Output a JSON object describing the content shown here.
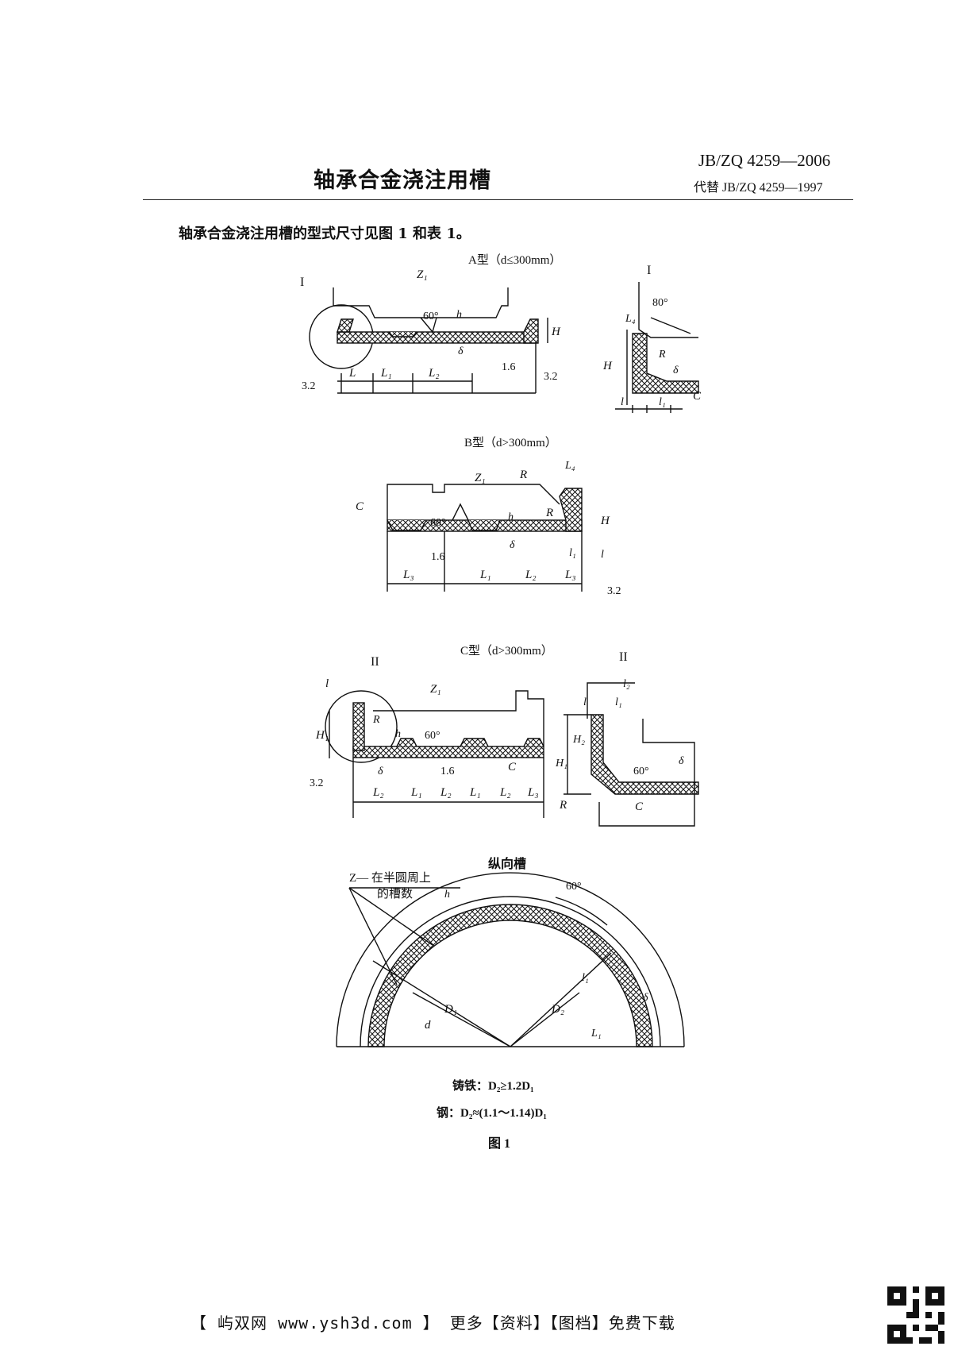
{
  "header": {
    "title": "轴承合金浇注用槽",
    "standard_number": "JB/ZQ 4259—2006",
    "replaces": "代替 JB/ZQ 4259—1997"
  },
  "intro_text": "轴承合金浇注用槽的型式尺寸见图 1 和表 1。",
  "figure": {
    "type_a_label": "A型（d≤300mm）",
    "type_b_label": "B型（d>300mm）",
    "type_c_label": "C型（d>300mm）",
    "longitudinal_label": "纵向槽",
    "z_note_line1": "Z— 在半圆周上",
    "z_note_line2": "的槽数",
    "detail_I": "I",
    "detail_II": "II",
    "dims": {
      "L": "L",
      "L1": "L₁",
      "L2": "L₂",
      "L3": "L₃",
      "L4": "L₄",
      "Z1": "Z₁",
      "H": "H",
      "H1": "H₁",
      "H2": "H₂",
      "h": "h",
      "delta": "δ",
      "R": "R",
      "C": "C",
      "l": "l",
      "l1": "l₁",
      "l2": "l₂",
      "d": "d",
      "D1": "D₁",
      "D2": "D₂",
      "angle60": "60°",
      "angle80": "80°",
      "rough16": "1.6",
      "rough32": "3.2"
    },
    "cast_iron_formula": "铸铁：D₂≥1.2D₁",
    "steel_formula": "钢：D₂≈(1.1～1.14)D₁",
    "caption": "图 1"
  },
  "footer": {
    "text": "【 屿双网 www.ysh3d.com 】 更多【资料】【图档】免费下载"
  }
}
